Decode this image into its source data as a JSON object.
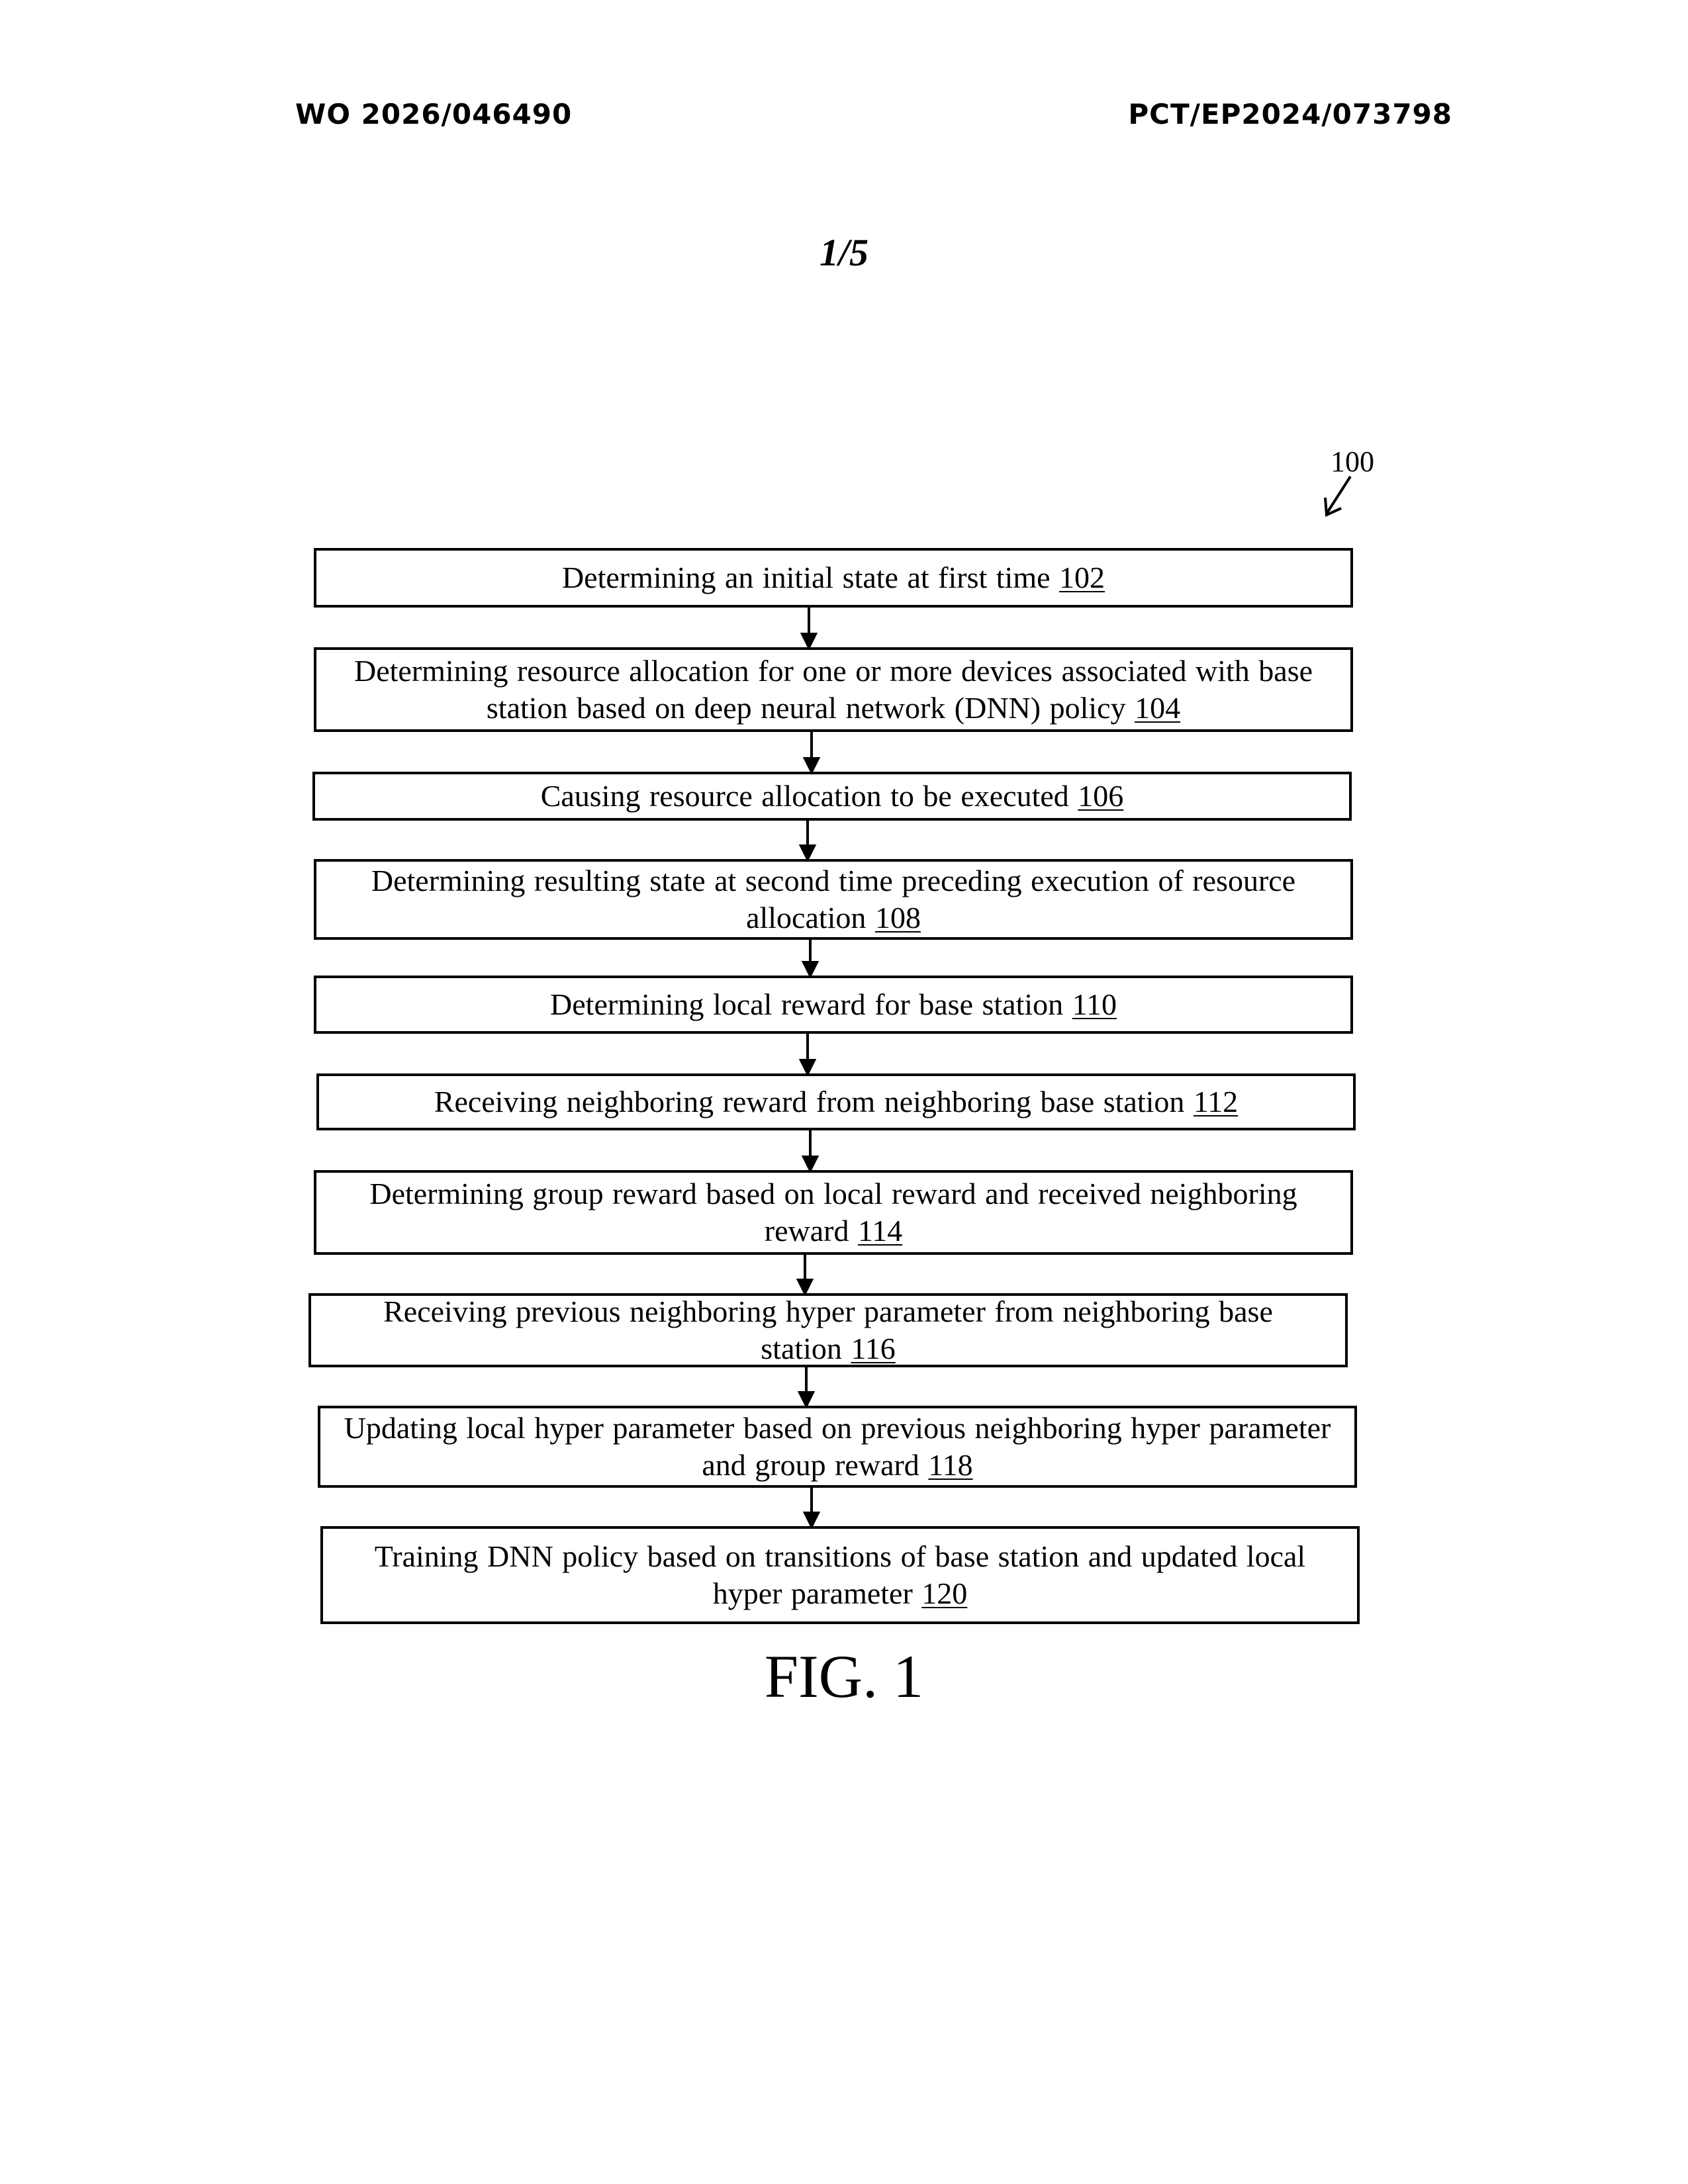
{
  "header": {
    "publication_number": "WO 2026/046490",
    "application_number": "PCT/EP2024/073798"
  },
  "sheet_label": "1/5",
  "reference_numeral": "100",
  "steps": [
    {
      "text": "Determining an initial state at first time",
      "num": "102"
    },
    {
      "text": "Determining resource allocation for one or more devices associated with base station based on deep neural network (DNN) policy",
      "num": "104"
    },
    {
      "text": "Causing resource allocation to be executed",
      "num": "106"
    },
    {
      "text": "Determining resulting state at second time preceding execution of resource allocation",
      "num": "108"
    },
    {
      "text": "Determining local reward for base station",
      "num": "110"
    },
    {
      "text": "Receiving neighboring reward from neighboring base station",
      "num": "112"
    },
    {
      "text": "Determining group reward based on local reward and received neighboring reward",
      "num": "114"
    },
    {
      "text": "Receiving previous neighboring hyper parameter from neighboring base station",
      "num": "116"
    },
    {
      "text": "Updating local hyper parameter based on previous neighboring hyper parameter and group reward",
      "num": "118"
    },
    {
      "text": "Training DNN policy based on transitions of base station and updated local hyper parameter",
      "num": "120"
    }
  ],
  "figure_caption": "FIG. 1"
}
